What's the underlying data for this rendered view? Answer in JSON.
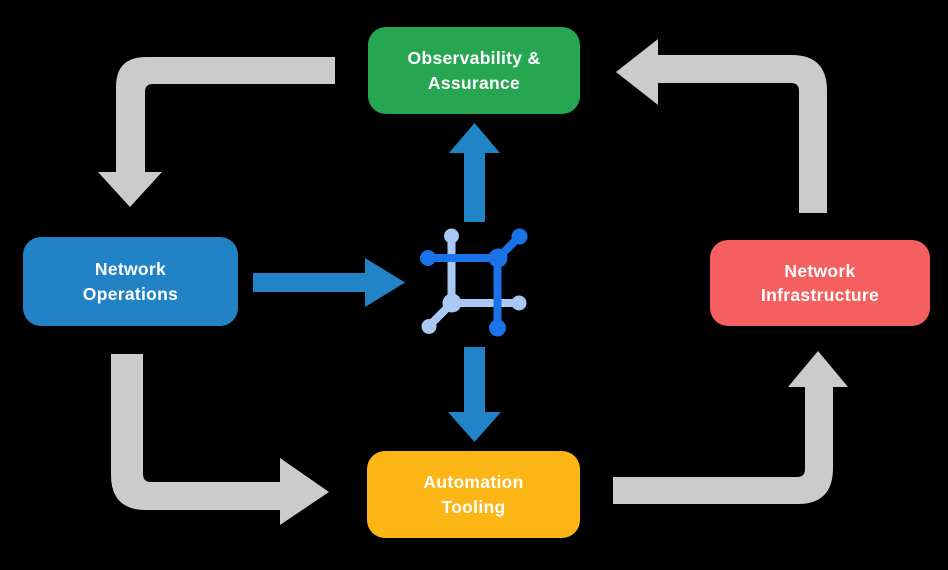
{
  "background_color": "#000000",
  "colors": {
    "arrow_gray": "#CBCBCB",
    "arrow_blue": "#2184C6",
    "icon_dark_blue": "#1A73E8",
    "icon_light_blue": "#A9C8F3",
    "text": "#FFFFFF",
    "observability_green": "#27A652",
    "operations_blue": "#2183C5",
    "infrastructure_red": "#F55F5F",
    "automation_yellow": "#FBB515"
  },
  "nodes": {
    "observability": {
      "label": "Observability &\nAssurance",
      "color": "#27A652"
    },
    "network_operations": {
      "label": "Network\nOperations",
      "color": "#2183C5"
    },
    "network_infrastructure": {
      "label": "Network\nInfrastructure",
      "color": "#F55F5F"
    },
    "automation_tooling": {
      "label": "Automation\nTooling",
      "color": "#FBB515"
    }
  },
  "center_icon": "network-nodes-icon",
  "flows": [
    {
      "from": "observability",
      "to": "network_operations",
      "style": "gray-elbow-arrow"
    },
    {
      "from": "network_operations",
      "to": "automation_tooling",
      "style": "gray-elbow-arrow"
    },
    {
      "from": "automation_tooling",
      "to": "network_infrastructure",
      "style": "gray-elbow-arrow"
    },
    {
      "from": "network_infrastructure",
      "to": "observability",
      "style": "gray-elbow-arrow"
    },
    {
      "from": "network_operations",
      "to": "center_icon",
      "style": "blue-straight-arrow"
    },
    {
      "from": "center_icon",
      "to": "observability",
      "style": "blue-straight-arrow"
    },
    {
      "from": "center_icon",
      "to": "automation_tooling",
      "style": "blue-straight-arrow"
    }
  ]
}
